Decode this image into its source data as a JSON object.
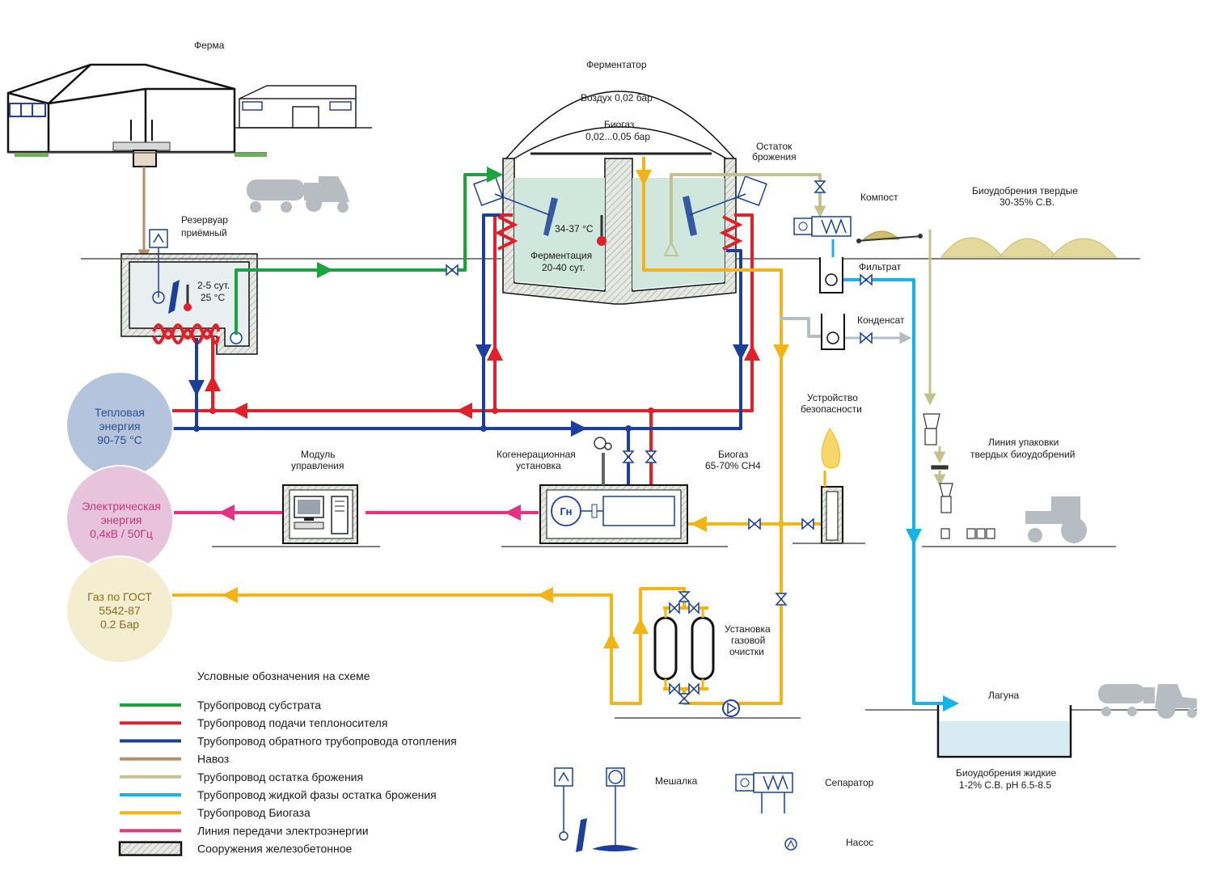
{
  "labels": {
    "farm": "Ферма",
    "fermenter": "Ферментатор",
    "air": "Воздух 0,02 бар",
    "biogas_top_1": "Биогаз",
    "biogas_top_2": "0,02...0,05 бар",
    "residue_1": "Остаток",
    "residue_2": "брожения",
    "compost": "Компост",
    "solid_fert_1": "Биоудобрения твердые",
    "solid_fert_2": "30-35% С.В.",
    "reservoir_1": "Резервуар",
    "reservoir_2": "приёмный",
    "reservoir_days": "2-5 сут.",
    "reservoir_temp": "25 °С",
    "fermenter_temp": "34-37 °С",
    "fermentation_1": "Ферментация",
    "fermentation_2": "20-40 сут.",
    "filtrate": "Фильтрат",
    "condensate": "Конденсат",
    "safety_1": "Устройство",
    "safety_2": "безопасности",
    "control_1": "Модуль",
    "control_2": "управления",
    "cogen_1": "Когенерационная",
    "cogen_2": "установка",
    "biogas_mid_1": "Биогаз",
    "biogas_mid_2": "65-70% СН4",
    "generator": "Гн",
    "packing_1": "Линия упаковки",
    "packing_2": "твердых биоудобрений",
    "gas_clean_1": "Установка",
    "gas_clean_2": "газовой",
    "gas_clean_3": "очистки",
    "lagoon": "Лагуна",
    "liquid_fert_1": "Биоудобрения жидкие",
    "liquid_fert_2": "1-2% С.В.  pH 6.5-8.5"
  },
  "outputs": {
    "heat": {
      "line1": "Тепловая",
      "line2": "энергия",
      "line3": "90-75 °С",
      "color": "#b4c4dd",
      "text_color": "#2c4f8f"
    },
    "electric": {
      "line1": "Электрическая",
      "line2": "энергия",
      "line3": "0,4кВ / 50Гц",
      "color": "#e7c4db",
      "text_color": "#c0397f"
    },
    "gas": {
      "line1": "Газ по ГОСТ",
      "line2": "5542-87",
      "line3": "0.2 Бар",
      "color": "#f4edd0",
      "text_color": "#8a6d1a"
    }
  },
  "legend": {
    "title": "Условные обозначения на схеме",
    "items": [
      {
        "label": "Трубопровод субстрата",
        "color": "#1aa33f"
      },
      {
        "label": "Трубопровод подачи теплоносителя",
        "color": "#e0202a"
      },
      {
        "label": "Трубопровод обратного трубопровода отопления",
        "color": "#1b3f9a"
      },
      {
        "label": "Навоз",
        "color": "#b48f6e"
      },
      {
        "label": "Трубопровод остатка брожения",
        "color": "#c4c191"
      },
      {
        "label": "Трубопровод жидкой фазы остатка брожения",
        "color": "#19b2e4"
      },
      {
        "label": "Трубопровод Биогаза",
        "color": "#f2b515"
      },
      {
        "label": "Линия передачи электроэнергии",
        "color": "#e4337f"
      },
      {
        "label": "Сооружения железобетонное",
        "color": "#d7dad4"
      }
    ],
    "mixer": "Мешалка",
    "separator": "Сепаратор",
    "pump": "Насос"
  },
  "colors": {
    "green": "#1aa33f",
    "red": "#e0202a",
    "blue": "#1b3f9a",
    "brown": "#b48f6e",
    "khaki": "#c4c191",
    "cyan": "#19b2e4",
    "yellow": "#f2b515",
    "pink": "#e4337f",
    "digestate": "#cfe7dc",
    "lagoon": "#d6ebf3"
  }
}
